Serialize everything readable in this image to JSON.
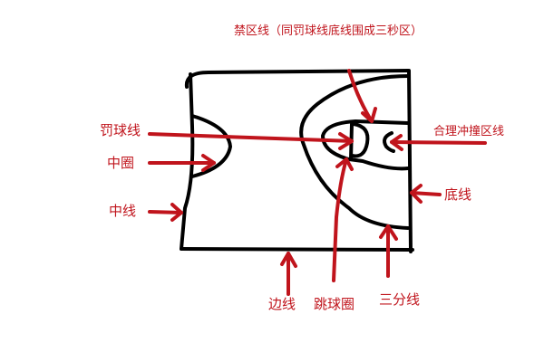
{
  "labels": {
    "key_line": "禁区线（同罚球线底线围成三秒区）",
    "free_throw_line": "罚球线",
    "center_circle": "中圈",
    "center_line": "中线",
    "restricted_area_line": "合理冲撞区线",
    "baseline": "底线",
    "sideline": "边线",
    "jump_circle": "跳球圈",
    "three_point_line": "三分线"
  },
  "colors": {
    "court_lines": "#000000",
    "arrows_and_labels": "#c0141c"
  }
}
